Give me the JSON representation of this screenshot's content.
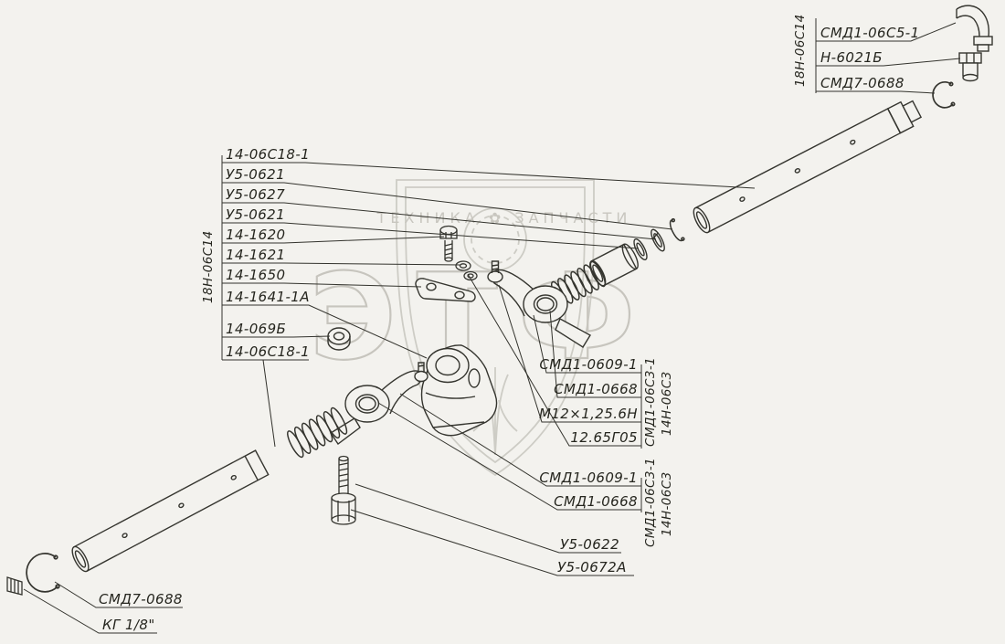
{
  "watermark": {
    "big_text": "ЭТФ",
    "tagline": "ТЕХНИКА ✿ ЗАПЧАСТИ"
  },
  "groups": {
    "left_bracket": "18Н-06С14",
    "top_right_bracket": "18Н-06С14",
    "right_bracket_1a": "СМД1-06С3-1",
    "right_bracket_1b": "14Н-06С3",
    "right_bracket_2a": "СМД1-06С3-1",
    "right_bracket_2b": "14Н-06С3"
  },
  "labels": {
    "top_right": [
      "СМД1-06С5-1",
      "Н-6021Б",
      "СМД7-0688"
    ],
    "left": [
      "14-06С18-1",
      "У5-0621",
      "У5-0627",
      "У5-0621",
      "14-1620",
      "14-1621",
      "14-1650",
      "14-1641-1А",
      "14-069Б",
      "14-06С18-1"
    ],
    "mid_right": [
      "СМД1-0609-1",
      "СМД1-0668",
      "М12×1,25.6Н",
      "12.65Г05"
    ],
    "lower_mid": [
      "СМД1-0609-1",
      "СМД1-0668"
    ],
    "bottom_mid": [
      "У5-0622",
      "У5-0672А"
    ],
    "bottom_left": [
      "СМД7-0688",
      "КГ 1/8\""
    ]
  },
  "colors": {
    "paper": "#f3f2ee",
    "line": "#35352f",
    "watermark": "#c9c7c0"
  }
}
